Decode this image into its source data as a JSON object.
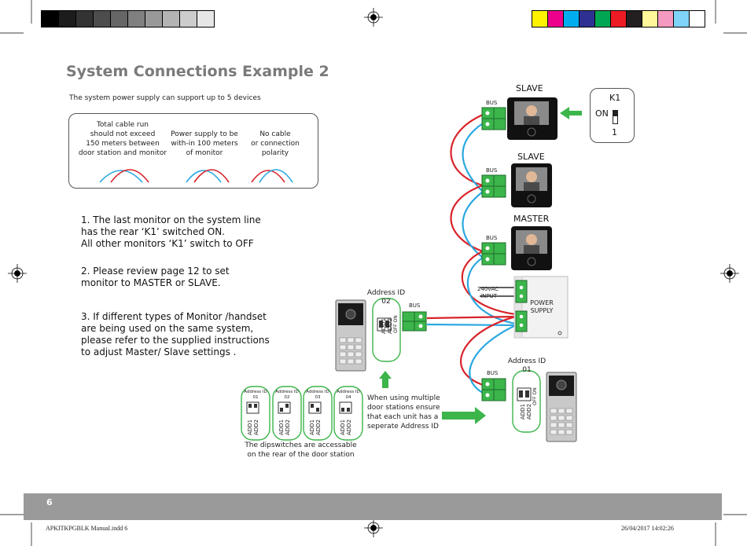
{
  "page": {
    "title": "System Connections Example 2",
    "subtitle": "The system power supply can support up to 5 devices",
    "page_number": "6",
    "slug_left": "APKITKPGBLK Manual.indd   6",
    "slug_right": "26/04/2017   14:02:26"
  },
  "info_box": {
    "items": [
      {
        "lines": [
          "Total cable run",
          "should not exceed",
          "150 meters between",
          "door station and monitor"
        ]
      },
      {
        "lines": [
          "Power supply to be",
          "with-in 100 meters",
          "of monitor"
        ]
      },
      {
        "lines": [
          "No cable",
          "or connection",
          "polarity"
        ]
      }
    ]
  },
  "notes": [
    {
      "lines": [
        "1. The last monitor on the system line",
        "has the rear ‘K1’ switched ON.",
        "All other monitors ‘K1’ switch to OFF"
      ]
    },
    {
      "lines": [
        "2. Please review page 12 to set",
        "monitor to MASTER or SLAVE."
      ]
    },
    {
      "lines": [
        "3. If different types of Monitor /handset",
        "are being used on the same system,",
        "please refer to the supplied instructions",
        "to adjust Master/ Slave settings ."
      ]
    }
  ],
  "diagram": {
    "monitors": [
      {
        "label": "SLAVE",
        "bus_label": "BUS"
      },
      {
        "label": "SLAVE",
        "bus_label": "BUS"
      },
      {
        "label": "MASTER",
        "bus_label": "BUS"
      }
    ],
    "k1_switch": {
      "title": "K1",
      "on_label": "ON",
      "bottom_label": "1"
    },
    "power_supply": {
      "label_line1": "POWER",
      "label_line2": "SUPPLY",
      "input_line1": "240vAC",
      "input_line2": "INPUT"
    },
    "door_station_top": {
      "address_line1": "Address ID",
      "address_line2": "02",
      "bus_label": "BUS",
      "dip_labels": [
        "ADD1",
        "ADD2"
      ],
      "on_label": "ON",
      "off_label": "OFF"
    },
    "door_station_bottom": {
      "address_line1": "Address ID",
      "address_line2": "01",
      "bus_label": "BUS",
      "dip_labels": [
        "ADD1",
        "ADD2"
      ],
      "on_label": "ON",
      "off_label": "OFF"
    },
    "dip_row": [
      {
        "address_line1": "Address ID",
        "address_line2": "01"
      },
      {
        "address_line1": "Address ID",
        "address_line2": "02"
      },
      {
        "address_line1": "Address ID",
        "address_line2": "03"
      },
      {
        "address_line1": "Address ID",
        "address_line2": "04"
      }
    ],
    "dip_caption": [
      "The dipswitches are accessable",
      "on the rear of the door station"
    ],
    "address_note": [
      "When using multiple",
      "door stations ensure",
      "that each unit has a",
      "seperate Address ID"
    ]
  },
  "colors": {
    "red_wire": "#d8232a",
    "blue_wire": "#29a8e0",
    "green": "#3cb54a",
    "heading_gray": "#7a7a7a",
    "footer_gray": "#9a9a9a"
  },
  "color_bar_left": [
    "#000000",
    "#1c1c1c",
    "#333333",
    "#4d4d4d",
    "#666666",
    "#808080",
    "#999999",
    "#b3b3b3",
    "#cccccc",
    "#e6e6e6"
  ],
  "color_bar_right": [
    "#fff200",
    "#ec008c",
    "#00aeef",
    "#2e3192",
    "#00a651",
    "#ed1c24",
    "#231f20",
    "#fff799",
    "#f49ac1",
    "#7fd3f7",
    "#ffffff"
  ]
}
